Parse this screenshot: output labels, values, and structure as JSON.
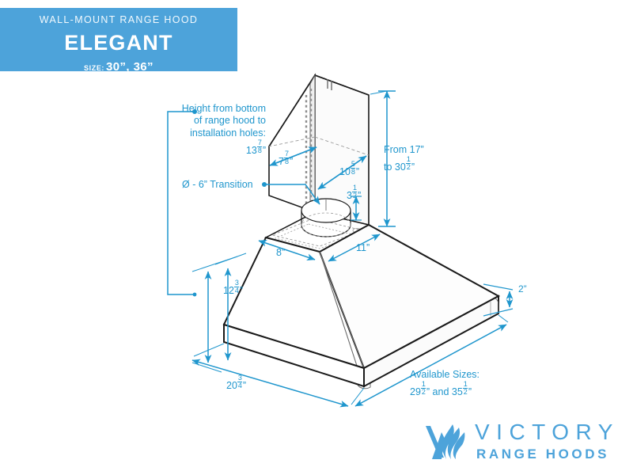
{
  "banner": {
    "kicker": "WALL-MOUNT RANGE HOOD",
    "title": "ELEGANT",
    "size_label": "SIZE:",
    "size_value": "30”, 36”",
    "background_color": "#4da3da",
    "text_color": "#ffffff"
  },
  "drawing": {
    "product": "Wall-Mount Range Hood – Elegant",
    "view": "isometric technical dimension drawing",
    "line_color_annotation": "#1f96cd",
    "line_color_outline": "#1a1a1a",
    "line_color_hidden": "#9a9a9a",
    "annotations": {
      "height_callout_line1": "Height from bottom",
      "height_callout_line2": "of range hood to",
      "height_callout_line3": "installation holes:",
      "height_callout_value_whole": "13",
      "height_callout_value_num": "7",
      "height_callout_value_den": "8",
      "height_callout_value_unit": "”",
      "transition": "Ø - 6” Transition",
      "chimney_depth_whole": "7",
      "chimney_depth_num": "7",
      "chimney_depth_den": "8",
      "chimney_depth_unit": "”",
      "chimney_width_whole": "10",
      "chimney_width_num": "5",
      "chimney_width_den": "8",
      "chimney_width_unit": "”",
      "collar_height_whole": "3",
      "collar_height_num": "1",
      "collar_height_den": "2",
      "collar_height_unit": "”",
      "range_line1": "From 17”",
      "range_line2_whole": "to 30",
      "range_line2_num": "1",
      "range_line2_den": "2",
      "range_line2_unit": "”",
      "top_depth": "8”",
      "top_width": "11”",
      "canopy_height_whole": "12",
      "canopy_height_num": "3",
      "canopy_height_den": "4",
      "canopy_height_unit": "”",
      "base_depth_whole": "20",
      "base_depth_num": "3",
      "base_depth_den": "4",
      "base_depth_unit": "”",
      "rim_thickness": "2”",
      "available_sizes_line1": "Available Sizes:",
      "available_sizes_line2_a_whole": "29",
      "available_sizes_line2_a_num": "1",
      "available_sizes_line2_a_den": "2",
      "available_sizes_line2_mid": "” and 35",
      "available_sizes_line2_b_num": "1",
      "available_sizes_line2_b_den": "2",
      "available_sizes_line2_end": "”"
    }
  },
  "logo": {
    "brand": "VICTORY",
    "tagline": "RANGE HOODS",
    "color": "#4da3da",
    "mark": "v-flame-icon"
  }
}
